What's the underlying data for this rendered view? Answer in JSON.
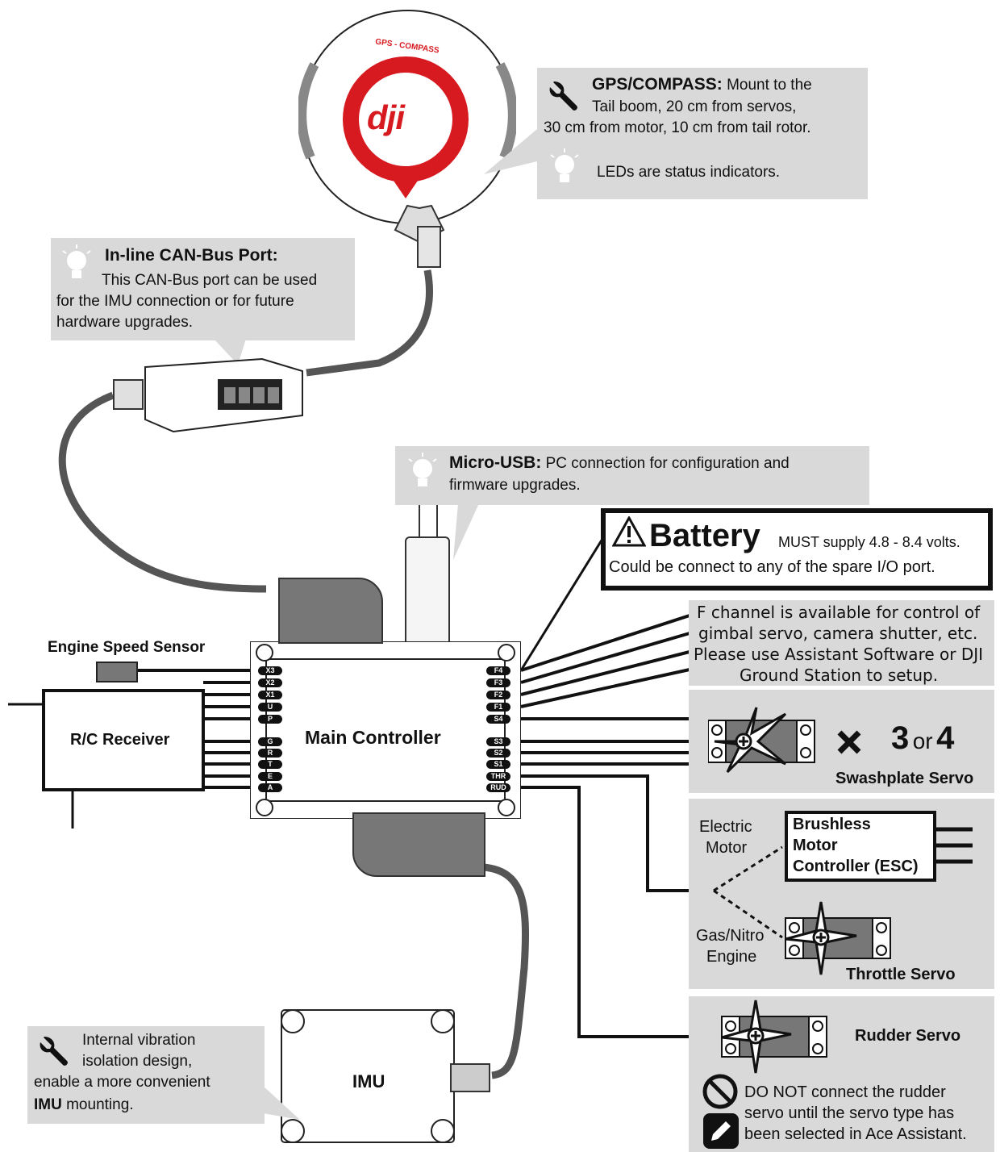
{
  "gps": {
    "brand": "dji",
    "ring_label": "GPS - COMPASS",
    "title": "GPS/COMPASS:",
    "text_line1": "Mount to the",
    "text_line2": "Tail boom, 20 cm from servos,",
    "text_line3": "30 cm from motor, 10 cm from tail rotor.",
    "led_note": "LEDs are status indicators."
  },
  "canbus": {
    "title": "In-line CAN-Bus Port:",
    "line1": "This CAN-Bus port can be used",
    "line2": "for the IMU connection or for future",
    "line3": "hardware upgrades."
  },
  "usb": {
    "title": "Micro-USB:",
    "line1": "PC connection for configuration and",
    "line2": "firmware upgrades."
  },
  "battery": {
    "title": "Battery",
    "spec": "MUST supply 4.8 - 8.4 volts.",
    "note": "Could be connect to any of the spare I/O port."
  },
  "f_channel": {
    "line1": "F channel is available for control of",
    "line2": "gimbal servo, camera shutter,  etc.",
    "line3": "Please use Assistant Software or DJI",
    "line4": "Ground Station to setup."
  },
  "main_controller": {
    "label": "Main Controller",
    "left_pins": [
      "X3",
      "X2",
      "X1",
      "U",
      "P",
      "G",
      "R",
      "T",
      "E",
      "A"
    ],
    "right_pins": [
      "F4",
      "F3",
      "F2",
      "F1",
      "S4",
      "S3",
      "S2",
      "S1",
      "THR",
      "RUD"
    ]
  },
  "engine_speed_sensor": "Engine Speed Sensor",
  "rc_receiver": "R/C Receiver",
  "swashplate": {
    "multiplier": "3",
    "or": "or",
    "multiplier2": "4",
    "label": "Swashplate Servo"
  },
  "throttle": {
    "electric_line1": "Electric",
    "electric_line2": "Motor",
    "esc_line1": "Brushless",
    "esc_line2": "Motor",
    "esc_line3": "Controller (ESC)",
    "gas_line1": "Gas/Nitro",
    "gas_line2": "Engine",
    "servo_label": "Throttle Servo"
  },
  "rudder": {
    "label": "Rudder Servo",
    "warn_line1": "DO NOT connect the rudder",
    "warn_line2": "servo until the servo type has",
    "warn_line3": "been selected in Ace Assistant."
  },
  "imu": {
    "label": "IMU",
    "note_line1": "Internal vibration",
    "note_line2": "isolation design,",
    "note_line3": "enable a more convenient",
    "note_bold": "IMU",
    "note_rest": " mounting."
  }
}
